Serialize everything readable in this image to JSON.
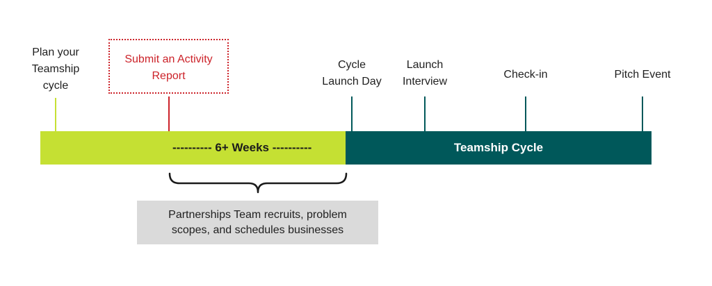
{
  "colors": {
    "lime": "#c5e033",
    "teal": "#00585a",
    "red": "#cc2229",
    "gray_box": "#dadada",
    "text": "#1f1f1f"
  },
  "milestones": {
    "plan": "Plan your\nTeamship\ncycle",
    "submit": "Submit an Activity\nReport",
    "launch_day": "Cycle\nLaunch Day",
    "launch_interview": "Launch\nInterview",
    "checkin": "Check-in",
    "pitch": "Pitch Event"
  },
  "bars": {
    "prep_label": "---------- 6+ Weeks ----------",
    "cycle_label": "Teamship Cycle"
  },
  "note": "Partnerships Team recruits, problem\nscopes, and schedules businesses"
}
